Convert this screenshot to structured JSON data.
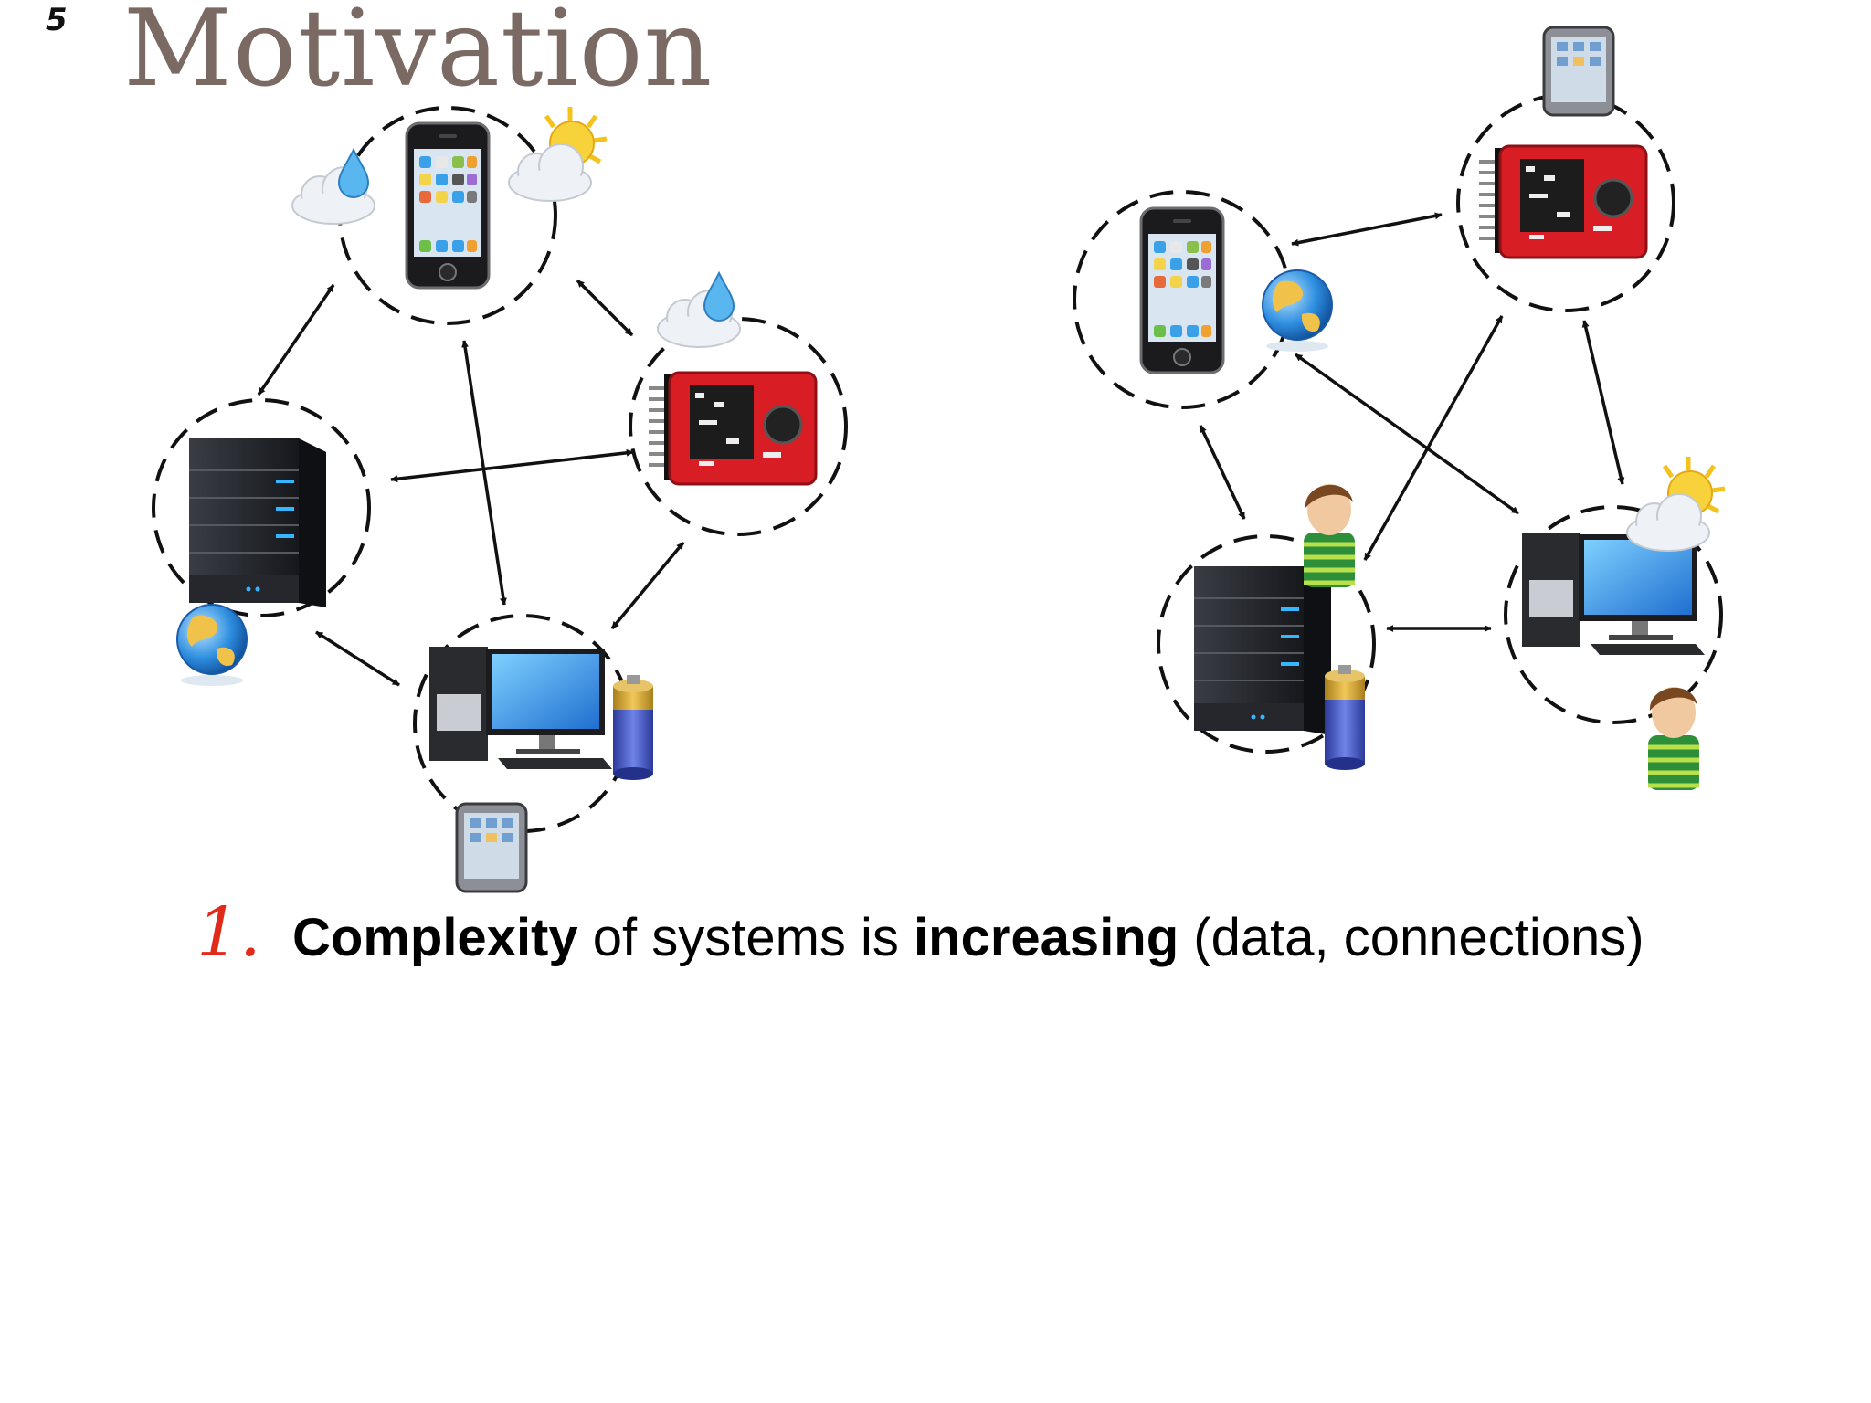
{
  "slide": {
    "number": "5",
    "title": "Motivation"
  },
  "caption": {
    "number": "1.",
    "term1": "Complexity",
    "text1": " of systems is ",
    "term2": "increasing",
    "text2": " (data, connections)"
  },
  "diagram_left": {
    "nodes": [
      "smartphone",
      "sensor-board",
      "server",
      "desktop-pc"
    ],
    "attachments": {
      "smartphone": [
        "rain-cloud-icon",
        "sun-cloud-icon"
      ],
      "sensor-board": [
        "rain-cloud-icon"
      ],
      "server": [
        "globe-icon"
      ],
      "desktop-pc": [
        "battery-icon",
        "tablet-icon"
      ]
    },
    "links": [
      [
        "smartphone",
        "server"
      ],
      [
        "smartphone",
        "sensor-board"
      ],
      [
        "smartphone",
        "desktop-pc"
      ],
      [
        "server",
        "sensor-board"
      ],
      [
        "server",
        "desktop-pc"
      ],
      [
        "sensor-board",
        "desktop-pc"
      ]
    ]
  },
  "diagram_right": {
    "nodes": [
      "smartphone",
      "sensor-board",
      "server",
      "desktop-pc"
    ],
    "attachments": {
      "smartphone": [
        "globe-icon"
      ],
      "sensor-board": [
        "tablet-icon"
      ],
      "server": [
        "person-icon",
        "battery-icon"
      ],
      "desktop-pc": [
        "sun-cloud-icon",
        "person-icon"
      ]
    },
    "links": [
      [
        "smartphone",
        "sensor-board"
      ],
      [
        "smartphone",
        "server"
      ],
      [
        "smartphone",
        "desktop-pc"
      ],
      [
        "sensor-board",
        "server"
      ],
      [
        "sensor-board",
        "desktop-pc"
      ],
      [
        "server",
        "desktop-pc"
      ]
    ]
  },
  "colors": {
    "title": "#7a6a63",
    "caption_number": "#e02a1a",
    "board": "#d81e24",
    "screen": "#2f8fe0"
  }
}
